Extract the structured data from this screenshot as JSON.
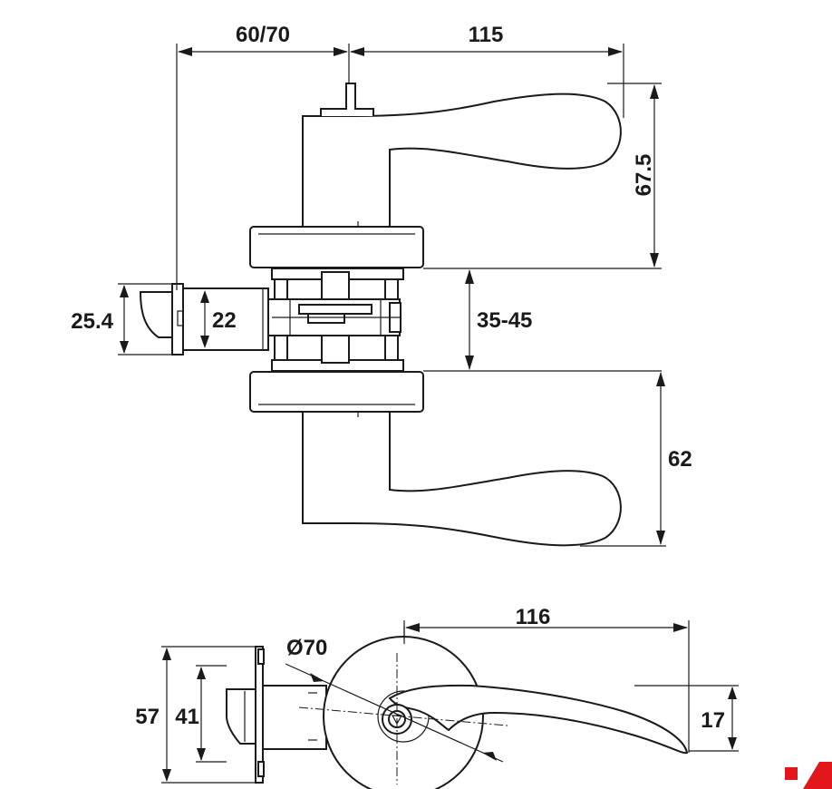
{
  "side_view": {
    "dim_backset": "60/70",
    "dim_lever_length": "115",
    "dim_lever_height_top": "67.5",
    "dim_door_thickness": "35-45",
    "dim_lever_height_bottom": "62",
    "dim_latch_face": "25.4",
    "dim_latch_bolt": "22"
  },
  "front_view": {
    "dim_rose_diameter": "Ø70",
    "dim_lever_projection": "116",
    "dim_lever_width": "17",
    "dim_faceplate_height": "57",
    "dim_latch_height": "41"
  },
  "colors": {
    "line": "#1a1a1a",
    "brand_mark": "#e3161b"
  }
}
